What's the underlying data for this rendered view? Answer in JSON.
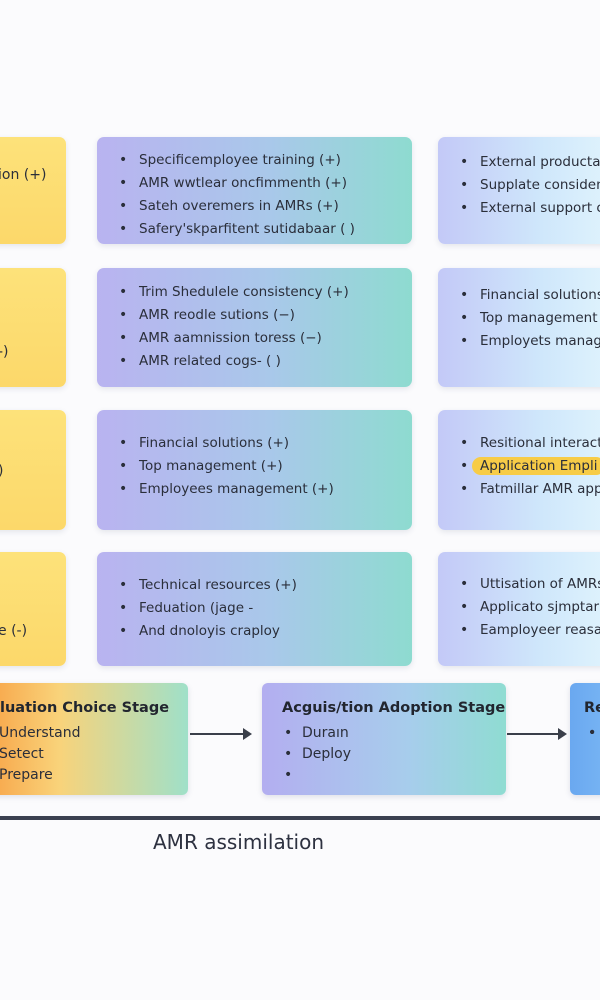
{
  "rows": [
    {
      "left_text": "ion (+)",
      "middle": [
        "Specificemployee training (+)",
        "AMR wwtlear oncfimmenth (+)",
        "Sateh overemers in AMRs (+)",
        "Safery'skparfitent sutidabaar ( )"
      ],
      "right": [
        "External productairs",
        "Supplate considency",
        "External support con"
      ]
    },
    {
      "left_text": "-)",
      "middle": [
        "Trim Shedulele consistency (+)",
        "AMR reodle sutions (−)",
        "AMR aamnission toress (−)",
        "AMR related cogs- ( )"
      ],
      "right": [
        "Financial solutions",
        "Top management n",
        "Employets manage"
      ]
    },
    {
      "left_text": ")",
      "middle": [
        "Financial solutions (+)",
        "Top management (+)",
        "Employees management (+)"
      ],
      "right": [
        "Resitional interactio",
        "Application Empli",
        "Fatmillar AMR applica"
      ]
    },
    {
      "left_text": "e (-)",
      "middle": [
        "Technical resources (+)",
        "Feduation (jage  -",
        "And dnoloyis craploy"
      ],
      "right": [
        "Uttisation of AMRs",
        "Applicato sjmptar",
        "Eamployeer reasagm"
      ]
    }
  ],
  "stages": [
    {
      "title": "luation Choice Stage",
      "items": [
        "Understand",
        "Setect",
        "Prepare"
      ]
    },
    {
      "title": "Acguis/tion Adoption Stage",
      "items": [
        "Duraın",
        "Deploy",
        ""
      ]
    },
    {
      "title": "Re",
      "items": [
        "",
        "",
        ""
      ]
    }
  ],
  "footer": "AMR assimilation",
  "colors": {
    "yellow": "#fcd86a",
    "highlight": "#f7cc47",
    "line": "#3b4050"
  }
}
